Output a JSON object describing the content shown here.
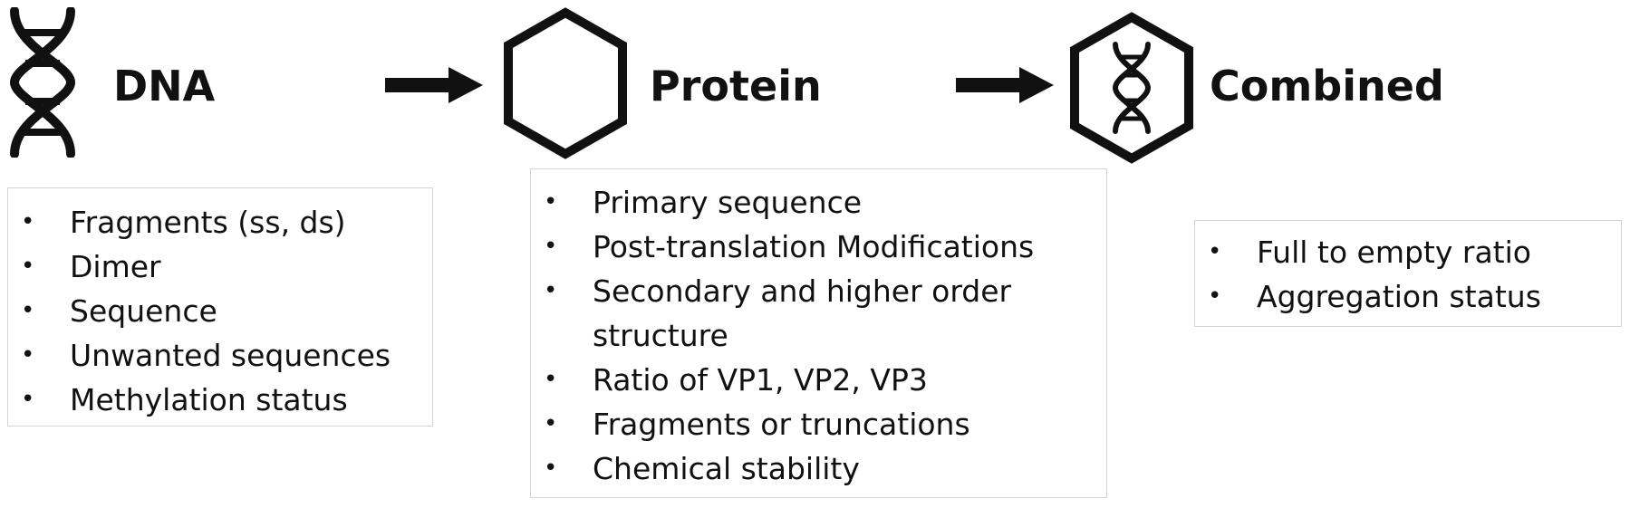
{
  "colors": {
    "ink": "#111111",
    "box_border": "#d4d4d4",
    "background": "#ffffff"
  },
  "icons": {
    "dna": "dna-helix-icon",
    "protein": "hexagon-icon",
    "combined": "hexagon-dna-icon",
    "arrow": "right-arrow-icon"
  },
  "stages": [
    {
      "title": "DNA",
      "items": [
        "Fragments (ss, ds)",
        "Dimer",
        "Sequence",
        "Unwanted sequences",
        "Methylation status"
      ]
    },
    {
      "title": "Protein",
      "items": [
        "Primary sequence",
        "Post-translation Modifications",
        "Secondary and higher order",
        "structure",
        "Ratio of VP1, VP2, VP3",
        "Fragments or truncations",
        "Chemical stability"
      ]
    },
    {
      "title": "Combined",
      "items": [
        "Full to empty ratio",
        "Aggregation status"
      ]
    }
  ]
}
